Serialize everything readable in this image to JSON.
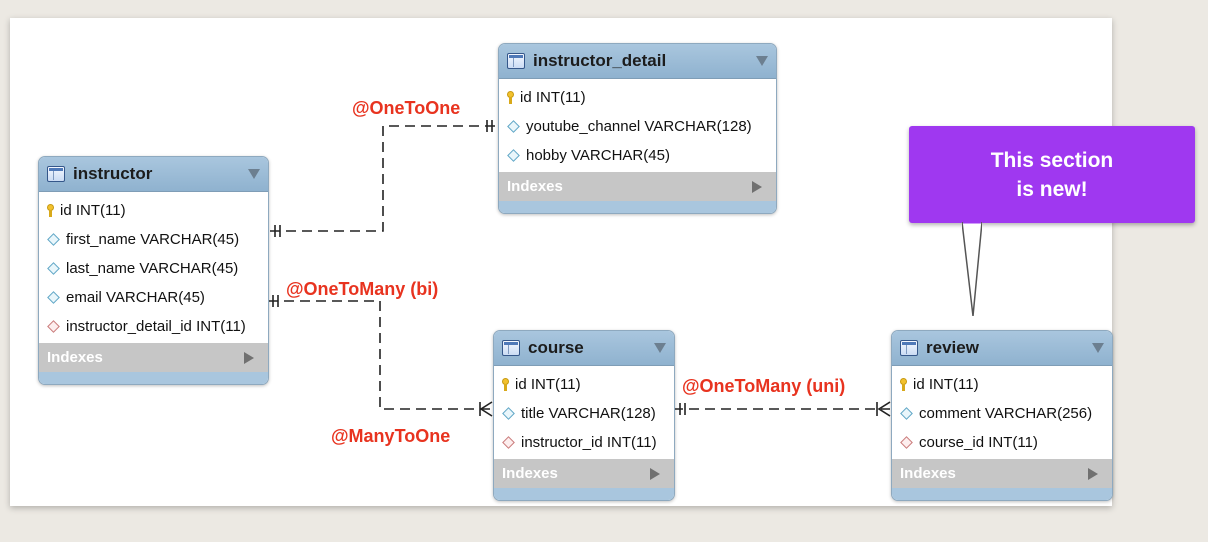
{
  "tables": {
    "instructor": {
      "name": "instructor",
      "rows": [
        {
          "text": "id INT(11)",
          "kind": "pk"
        },
        {
          "text": "first_name VARCHAR(45)",
          "kind": "col"
        },
        {
          "text": "last_name VARCHAR(45)",
          "kind": "col"
        },
        {
          "text": "email VARCHAR(45)",
          "kind": "col"
        },
        {
          "text": "instructor_detail_id INT(11)",
          "kind": "fk"
        }
      ],
      "indexes_label": "Indexes"
    },
    "instructor_detail": {
      "name": "instructor_detail",
      "rows": [
        {
          "text": "id INT(11)",
          "kind": "pk"
        },
        {
          "text": "youtube_channel VARCHAR(128)",
          "kind": "col"
        },
        {
          "text": "hobby VARCHAR(45)",
          "kind": "col"
        }
      ],
      "indexes_label": "Indexes"
    },
    "course": {
      "name": "course",
      "rows": [
        {
          "text": "id INT(11)",
          "kind": "pk"
        },
        {
          "text": "title VARCHAR(128)",
          "kind": "col"
        },
        {
          "text": "instructor_id INT(11)",
          "kind": "fk"
        }
      ],
      "indexes_label": "Indexes"
    },
    "review": {
      "name": "review",
      "rows": [
        {
          "text": "id INT(11)",
          "kind": "pk"
        },
        {
          "text": "comment VARCHAR(256)",
          "kind": "col"
        },
        {
          "text": "course_id INT(11)",
          "kind": "fk"
        }
      ],
      "indexes_label": "Indexes"
    }
  },
  "relations": {
    "one_to_one": "@OneToOne",
    "one_to_many_bi": "@OneToMany (bi)",
    "many_to_one": "@ManyToOne",
    "one_to_many_uni": "@OneToMany (uni)"
  },
  "callout": {
    "text": "This section\nis new!",
    "color": "#9f38f0"
  },
  "colors": {
    "relation_label": "#e8331f",
    "table_header": "#a9c6de",
    "indexes_bar": "#c6c6c6"
  }
}
